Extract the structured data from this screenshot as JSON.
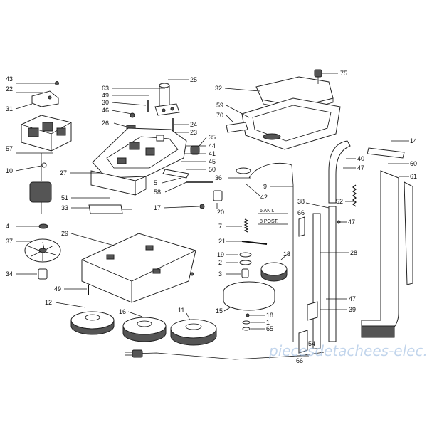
{
  "diagram": {
    "labels": {
      "l43": "43",
      "l22": "22",
      "l31": "31",
      "l57": "57",
      "l10": "10",
      "l63": "63",
      "l49a": "49",
      "l30": "30",
      "l46": "46",
      "l26": "26",
      "l25": "25",
      "l24": "24",
      "l23": "23",
      "l35": "35",
      "l44": "44",
      "l41": "41",
      "l45": "45",
      "l50": "50",
      "l27": "27",
      "l5": "5",
      "l58": "58",
      "l51": "51",
      "l33": "33",
      "l17": "17",
      "l20": "20",
      "l32": "32",
      "l75": "75",
      "l59": "59",
      "l70": "70",
      "l14": "14",
      "l40": "40",
      "l60": "60",
      "l61": "61",
      "l47a": "47",
      "l36": "36",
      "l42": "42",
      "l9": "9",
      "l52": "52",
      "l38": "38",
      "l66a": "66",
      "l47b": "47",
      "l6": "6 ANT.",
      "l8": "8 POST.",
      "l7": "7",
      "l21": "21",
      "l4": "4",
      "l37": "37",
      "l29": "29",
      "l19": "19",
      "l2": "2",
      "l13": "13",
      "l28": "28",
      "l3": "3",
      "l34": "34",
      "l49b": "49",
      "l15": "15",
      "l47c": "47",
      "l39": "39",
      "l12": "12",
      "l16": "16",
      "l11": "11",
      "l18": "18",
      "l1": "1",
      "l65": "65",
      "l54": "54",
      "l66b": "66"
    },
    "watermark": "piecesdetachees-elec.com"
  },
  "colors": {
    "line": "#111111",
    "watermark": "#a9c4e4"
  }
}
